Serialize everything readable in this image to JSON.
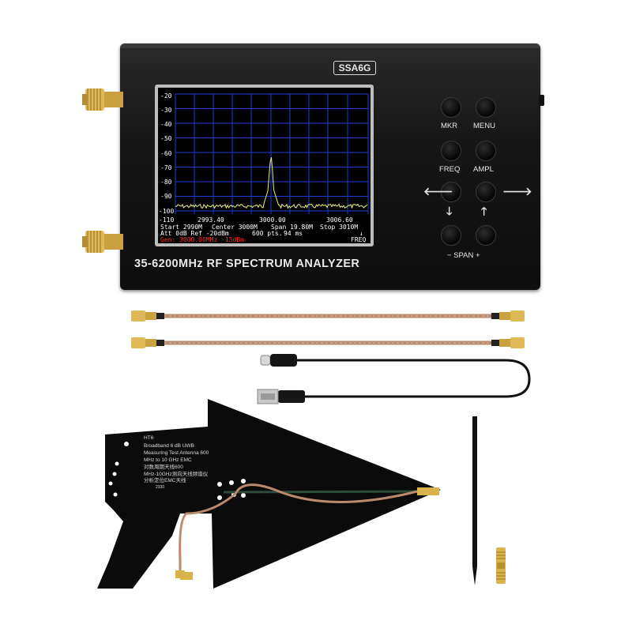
{
  "device": {
    "model": "SSA6G",
    "title": "35-6200MHz RF SPECTRUM ANALYZER"
  },
  "screen": {
    "y_labels": [
      "-20",
      "-30",
      "-40",
      "-50",
      "-60",
      "-70",
      "-80",
      "-90",
      "-100",
      "-110"
    ],
    "x_labels": [
      "2993.40",
      "3000.00",
      "3006.60"
    ],
    "info": {
      "start": "Start 2990M",
      "center": "Center 3000M",
      "span": "Span 19.80M",
      "stop": "Stop 3010M",
      "att_ref": "Att 0dB Ref -20dBm",
      "points": "600 pts.",
      "sweep": "94 ms",
      "gen": "Gen: 3000.00MHz -15dBm",
      "mode": "FREQ"
    }
  },
  "buttons": {
    "mkr": "MKR",
    "menu": "MENU",
    "freq": "FREQ",
    "ampl": "AMPL",
    "span": "− SPAN +"
  },
  "antenna": {
    "text_lines": [
      "HT6",
      "Broadband 6 dB UWB",
      "Measuring Test Antenna 600",
      "MHz to 10 GHz   EMC",
      "对数周期天线600",
      "MHz-10GHz测向天线频谱仪",
      "分析定位EMC天线",
      "2330"
    ]
  },
  "colors": {
    "device_body": "#141414",
    "trace": "#e8f07a",
    "grid": "#1f3bd6",
    "gen_text": "#ff2b2b",
    "cable_brown": "#b98a6e",
    "connector_gold": "#d9b24a"
  },
  "icons": [
    "left-arrow-icon",
    "right-arrow-icon",
    "down-arrow-icon",
    "up-arrow-icon"
  ]
}
